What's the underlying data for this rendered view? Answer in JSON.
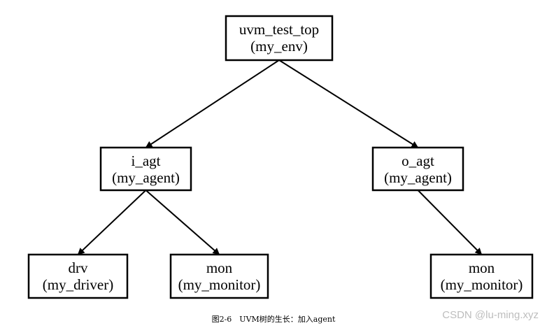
{
  "nodes": [
    {
      "id": "uvm_test_top",
      "line1": "uvm_test_top",
      "line2": "(my_env)"
    },
    {
      "id": "i_agt",
      "line1": "i_agt",
      "line2": "(my_agent)"
    },
    {
      "id": "o_agt",
      "line1": "o_agt",
      "line2": "(my_agent)"
    },
    {
      "id": "drv",
      "line1": "drv",
      "line2": "(my_driver)"
    },
    {
      "id": "mon_i",
      "line1": "mon",
      "line2": "(my_monitor)"
    },
    {
      "id": "mon_o",
      "line1": "mon",
      "line2": "(my_monitor)"
    }
  ],
  "edges": [
    {
      "from": "uvm_test_top",
      "to": "i_agt"
    },
    {
      "from": "uvm_test_top",
      "to": "o_agt"
    },
    {
      "from": "i_agt",
      "to": "drv"
    },
    {
      "from": "i_agt",
      "to": "mon_i"
    },
    {
      "from": "o_agt",
      "to": "mon_o"
    }
  ],
  "caption": "图2-6　UVM树的生长：加入agent",
  "watermark": "CSDN @lu-ming.xyz"
}
